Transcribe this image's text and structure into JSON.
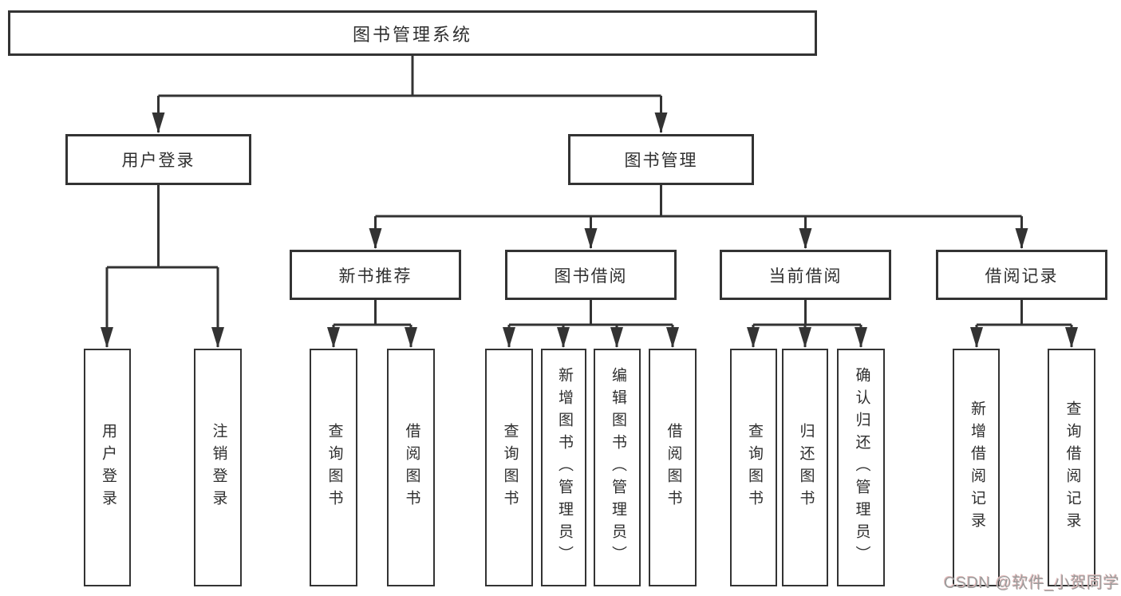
{
  "title": "图书管理系统",
  "level1": {
    "user": "用户登录",
    "management": "图书管理"
  },
  "level2": {
    "recommend": "新书推荐",
    "borrow": "图书借阅",
    "current": "当前借阅",
    "records": "借阅记录"
  },
  "leaves": {
    "user_login": "用户登录",
    "logout": "注销登录",
    "rec_query": "查询图书",
    "rec_borrow": "借阅图书",
    "bor_query": "查询图书",
    "bor_add": "新增图书（管理员）",
    "bor_edit": "编辑图书（管理员）",
    "bor_borrow": "借阅图书",
    "cur_query": "查询图书",
    "cur_return": "归还图书",
    "cur_confirm": "确认归还（管理员）",
    "log_add": "新增借阅记录",
    "log_query": "查询借阅记录"
  },
  "watermark": "CSDN @软件_小贺同学",
  "colors": {
    "line": "#333333",
    "text": "#2f2f2f",
    "background": "#ffffff",
    "watermark": "#9c9c9c",
    "watermark_shadow": "#e5bcbc"
  }
}
